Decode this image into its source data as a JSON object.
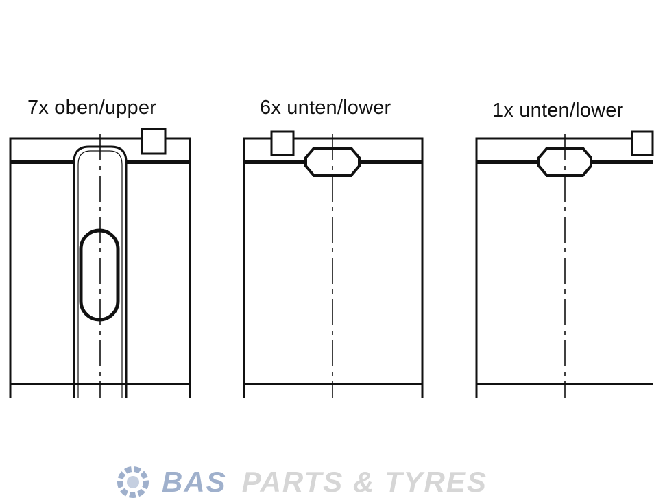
{
  "labels": {
    "upper": "7x oben/upper",
    "lower_six": "6x unten/lower",
    "lower_one": "1x unten/lower"
  },
  "watermark": {
    "bas": "BAS",
    "rest": "PARTS & TYRES",
    "icon": "gear-wrench-logo"
  },
  "colors": {
    "line": "#111111",
    "watermark_bas": "#9fb0cc",
    "watermark_rest": "#d6d6d6"
  }
}
